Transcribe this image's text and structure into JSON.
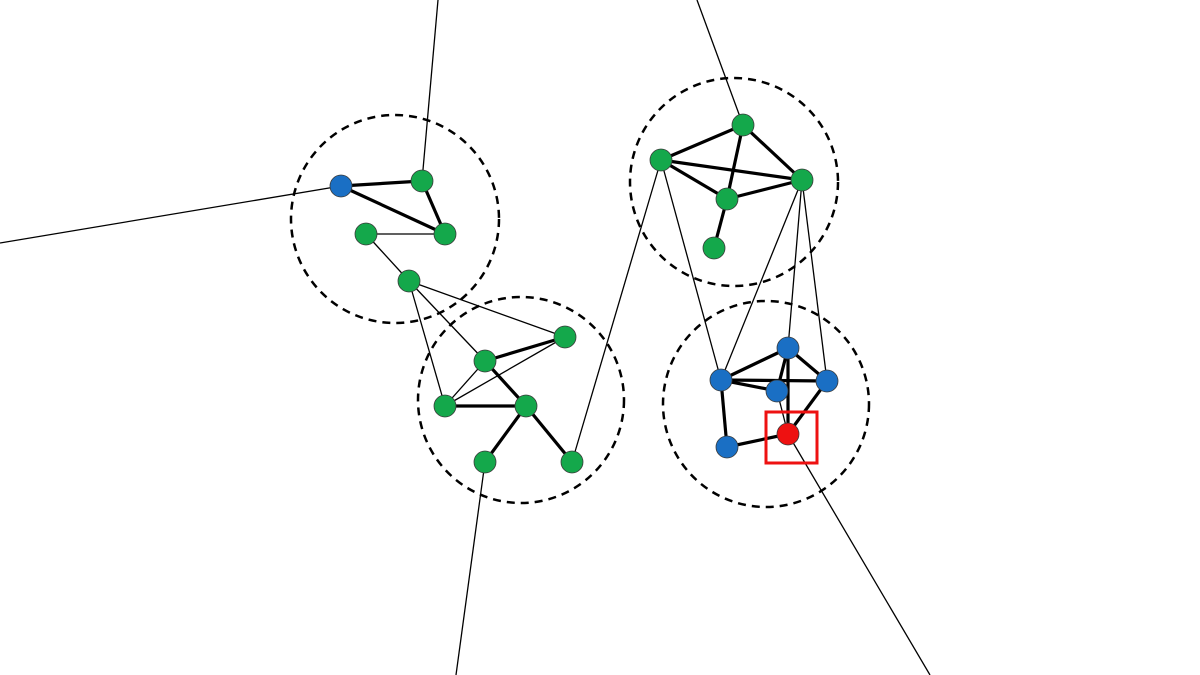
{
  "diagram": {
    "background": "#ffffff",
    "colors": {
      "green": "#14a84b",
      "blue": "#1a6fc4",
      "red": "#ee1111",
      "highlight": "#ee1111"
    },
    "clusters": [
      "cluster-top-left",
      "cluster-bottom-left",
      "cluster-top-right",
      "cluster-bottom-right"
    ],
    "node_colors": {
      "n1": "blue",
      "n2": "green",
      "n3": "green",
      "n4": "green",
      "n5": "green",
      "n6": "green",
      "n7": "green",
      "n8": "green",
      "n9": "green",
      "n10": "green",
      "n11": "green",
      "n12": "green",
      "n13": "green",
      "n14": "green",
      "n15": "green",
      "n16": "green",
      "n17": "blue",
      "n18": "blue",
      "n19": "blue",
      "n20": "blue",
      "n21": "blue",
      "n22": "red"
    },
    "highlighted_node": "n22",
    "edges_thick": [
      [
        "n1",
        "n2"
      ],
      [
        "n1",
        "n4"
      ],
      [
        "n2",
        "n4"
      ],
      [
        "n6",
        "n7"
      ],
      [
        "n6",
        "n8"
      ],
      [
        "n8",
        "n9"
      ],
      [
        "n8",
        "n10"
      ],
      [
        "n8",
        "n11"
      ],
      [
        "n12",
        "n13"
      ],
      [
        "n12",
        "n14"
      ],
      [
        "n12",
        "n15"
      ],
      [
        "n13",
        "n14"
      ],
      [
        "n13",
        "n15"
      ],
      [
        "n14",
        "n15"
      ],
      [
        "n15",
        "n16"
      ],
      [
        "n17",
        "n18"
      ],
      [
        "n17",
        "n19"
      ],
      [
        "n17",
        "n20"
      ],
      [
        "n17",
        "n21"
      ],
      [
        "n18",
        "n19"
      ],
      [
        "n18",
        "n20"
      ],
      [
        "n18",
        "n22"
      ],
      [
        "n19",
        "n22"
      ],
      [
        "n21",
        "n22"
      ]
    ],
    "edges_thin": [
      [
        "n3",
        "n4"
      ],
      [
        "n3",
        "n5"
      ],
      [
        "n5",
        "n6"
      ],
      [
        "n5",
        "n7"
      ],
      [
        "n5",
        "n9"
      ],
      [
        "n6",
        "n9"
      ],
      [
        "n7",
        "n9"
      ],
      [
        "n11",
        "n12"
      ],
      [
        "n12",
        "n17"
      ],
      [
        "n14",
        "n17"
      ],
      [
        "n14",
        "n18"
      ],
      [
        "n14",
        "n19"
      ],
      [
        "n20",
        "n22"
      ],
      [
        "n1",
        "left-exit"
      ],
      [
        "n2",
        "top-exit"
      ],
      [
        "n13",
        "top-exit-right"
      ],
      [
        "n10",
        "bottom-exit"
      ],
      [
        "n22",
        "bottom-right-exit"
      ]
    ]
  }
}
